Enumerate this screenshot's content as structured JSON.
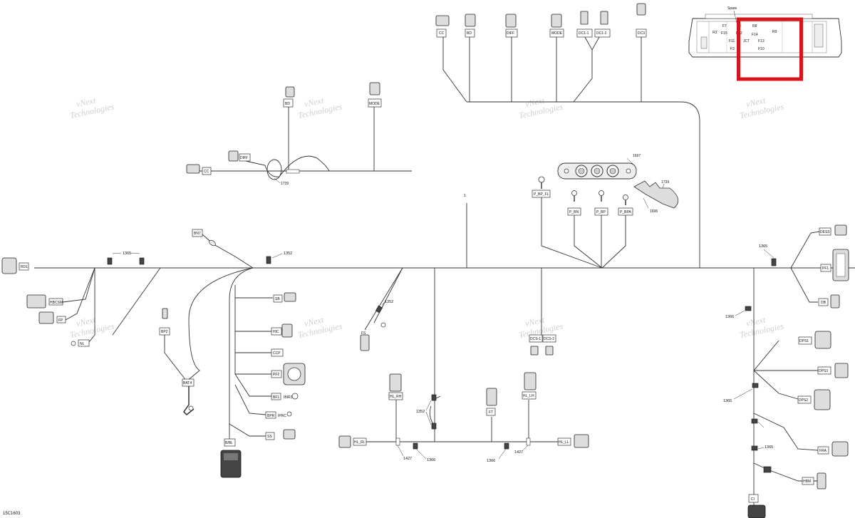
{
  "diagram": {
    "doc_code": "15C1603",
    "watermark": {
      "line1": "vNext",
      "line2": "Technologies"
    },
    "fuse_box": {
      "labels": {
        "spare": "Spare",
        "r3": "R3",
        "f7": "F7",
        "f8": "F8",
        "r8": "R8",
        "f15": "F15",
        "f12": "F12",
        "f14": "F14",
        "r9": "R9",
        "f11": "F11",
        "jct": "JCT",
        "f13": "F13",
        "f3": "F3",
        "f10": "F10"
      },
      "highlight_color": "#d8141b"
    },
    "top_connectors": {
      "cc": "CC",
      "bd": "BD",
      "diff": "DIFF",
      "mode": "MODE",
      "dc1_1": "DC1-1",
      "dc1_2": "DC1-2",
      "dc3": "DC3"
    },
    "sub_harness": {
      "bd": "BD",
      "mode": "MODE",
      "diff": "DIFF",
      "cc": "CC",
      "ref": "1739"
    },
    "center": {
      "trunk_ref": "1",
      "ref_1697": "1697",
      "ref_1739": "1739",
      "ref_1696": "1696",
      "p_bp_fl": "P_BP_FL",
      "p_bn": "P_BN",
      "p_bp": "P_BP",
      "p_bpa": "P_BPA"
    },
    "left": {
      "rd1": "RD1",
      "hbcsm": "HBCSM",
      "fp": "FP",
      "nl": "NL",
      "bn7": "BN7",
      "bp2": "BP2",
      "bat": "BAT4",
      "ref_1365": "1365",
      "ref_1352": "1352"
    },
    "mid_left": {
      "sb": "SB",
      "hic": "HIC",
      "ccp": "CCP",
      "pf2": "PF2",
      "bf1": "BF1",
      "bf1_tag": "IBIR1",
      "bpr": "BPR",
      "bpr_tag": "IPRC",
      "ss": "SS",
      "bvbl": "B/BL"
    },
    "middle": {
      "ref_1352_a": "1352",
      "fs": "FS",
      "hl_rh": "HL_RH",
      "hl_lh": "HL_LH",
      "hl_rl": "HL_RL",
      "hl_ll": "HL_LL",
      "ft": "FT",
      "dcs1": "DCS-1",
      "dcs2": "DCS-2",
      "ref_1352_b": "1352",
      "ref_1427_a": "1427",
      "ref_1366_a": "1366",
      "ref_1366_b": "1366",
      "ref_1427_b": "1427"
    },
    "right": {
      "ref_1365_a": "1365",
      "dess": "DESS",
      "pf1": "PF1",
      "db": "DB",
      "ref_1366": "1366",
      "dps1": "DPS1",
      "dps3": "DPS3",
      "ref_1365_b": "1365",
      "dps2": "DPS2",
      "fra": "FRA",
      "ref_1365_c": "1365",
      "hbm": "HBM",
      "ci": "CI"
    }
  }
}
